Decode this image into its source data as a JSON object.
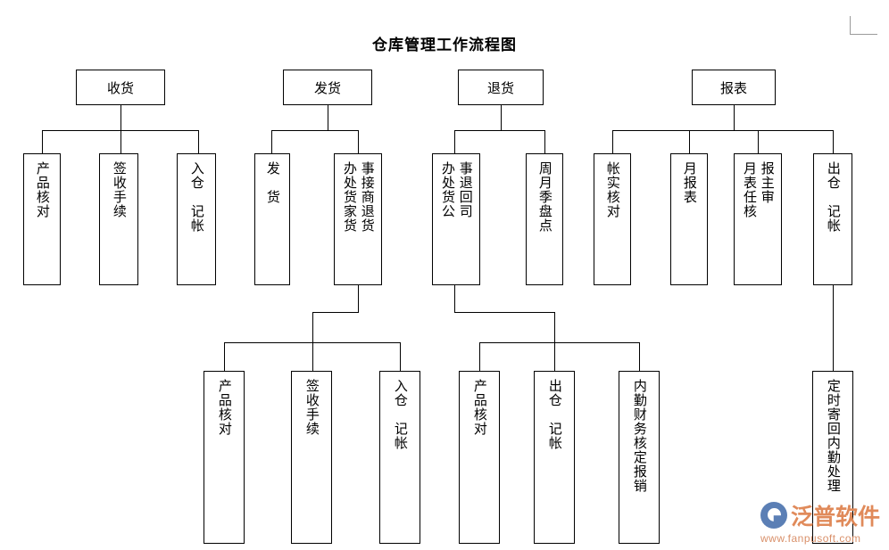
{
  "page": {
    "title": "仓库管理工作流程图",
    "bg_color": "#ffffff",
    "line_color": "#000000"
  },
  "watermark": {
    "brand": "泛普软件",
    "url": "www.fanpusoft.com",
    "brand_color": "#e08a5a",
    "mark_color": "#5b7fb5"
  },
  "chart_data": {
    "type": "diagram",
    "title": "仓库管理工作流程图",
    "orientation": "top-down-tree",
    "roots": [
      {
        "id": "receiving",
        "label": "收货",
        "children": [
          "产品核对",
          "签收手续",
          "入仓 记帐"
        ]
      },
      {
        "id": "shipping",
        "label": "发货",
        "children": [
          "发 货",
          "接商家退货事/办处货"
        ]
      },
      {
        "id": "returns",
        "label": "退货",
        "children": [
          "事退回公司/办处货",
          "周月季盘点"
        ]
      },
      {
        "id": "reports",
        "label": "报表",
        "children": [
          "帐实核对",
          "月报表",
          "月报表主任审核",
          "出仓 记帐"
        ]
      }
    ],
    "sub_branches": [
      {
        "parent": "接商家退货事办处货",
        "children": [
          "产品核对",
          "签收手续",
          "入仓 记帐"
        ]
      },
      {
        "parent": "事退回公司办处货",
        "children": [
          "产品核对",
          "出仓 记帐",
          "内勤财务核定报销"
        ]
      },
      {
        "parent": "出仓 记帐",
        "children": [
          "定时寄回内勤处理"
        ]
      }
    ]
  },
  "nodes": {
    "root_receiving": "收货",
    "root_shipping": "发货",
    "root_returns": "退货",
    "root_reports": "报表",
    "r1_product_check": "产品核对",
    "r1_signoff": "签收手续",
    "r1_instock_entry": "入仓　记帐",
    "s1_ship": "发　货",
    "s1_merchant_return_col_r": "事接商退货",
    "s1_merchant_return_col_l": "办处货家货",
    "t1_return_company_col_r": "事退回司",
    "t1_return_company_col_l": "办处货公",
    "t1_stocktake": "周月季盘点",
    "p1_acct_check": "帐实核对",
    "p1_month_report": "月报表",
    "p1_approve_col_r": "报主审",
    "p1_approve_col_l": "月表任核",
    "p1_outstock_entry": "出仓　记帐",
    "b1_product_check": "产品核对",
    "b1_signoff": "签收手续",
    "b1_instock_entry": "入仓　记帐",
    "b2_product_check": "产品核对",
    "b2_outstock_entry": "出仓　记帐",
    "b2_finance_claim": "内勤财务核定报销",
    "b3_mail_back": "定时寄回内勤处理"
  }
}
